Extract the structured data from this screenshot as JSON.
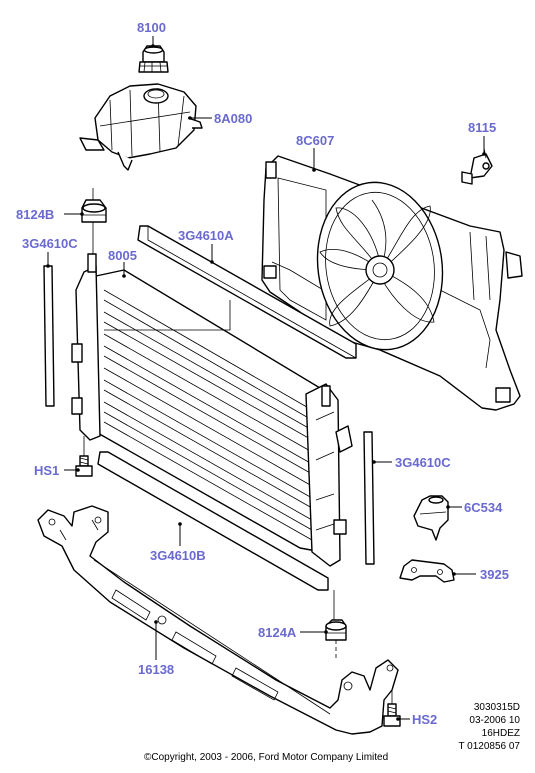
{
  "labels": {
    "c8100": "8100",
    "c8A080": "8A080",
    "c8C607": "8C607",
    "c8115": "8115",
    "c8124B": "8124B",
    "c3G4610A": "3G4610A",
    "c3G4610C_left": "3G4610C",
    "c8005": "8005",
    "cHS1": "HS1",
    "c3G4610C_right": "3G4610C",
    "c6C534": "6C534",
    "c3G4610B": "3G4610B",
    "c3925": "3925",
    "c8124A": "8124A",
    "c16138": "16138",
    "cHS2": "HS2"
  },
  "meta": {
    "line1": "3030315D",
    "line2": "03-2006 10",
    "line3": "16HDEZ",
    "line4": "T 0120856 07"
  },
  "copyright": "©Copyright, 2003 - 2006, Ford Motor Company Limited",
  "colors": {
    "label": "#6a6ad0",
    "line": "#000000",
    "background": "#ffffff"
  }
}
